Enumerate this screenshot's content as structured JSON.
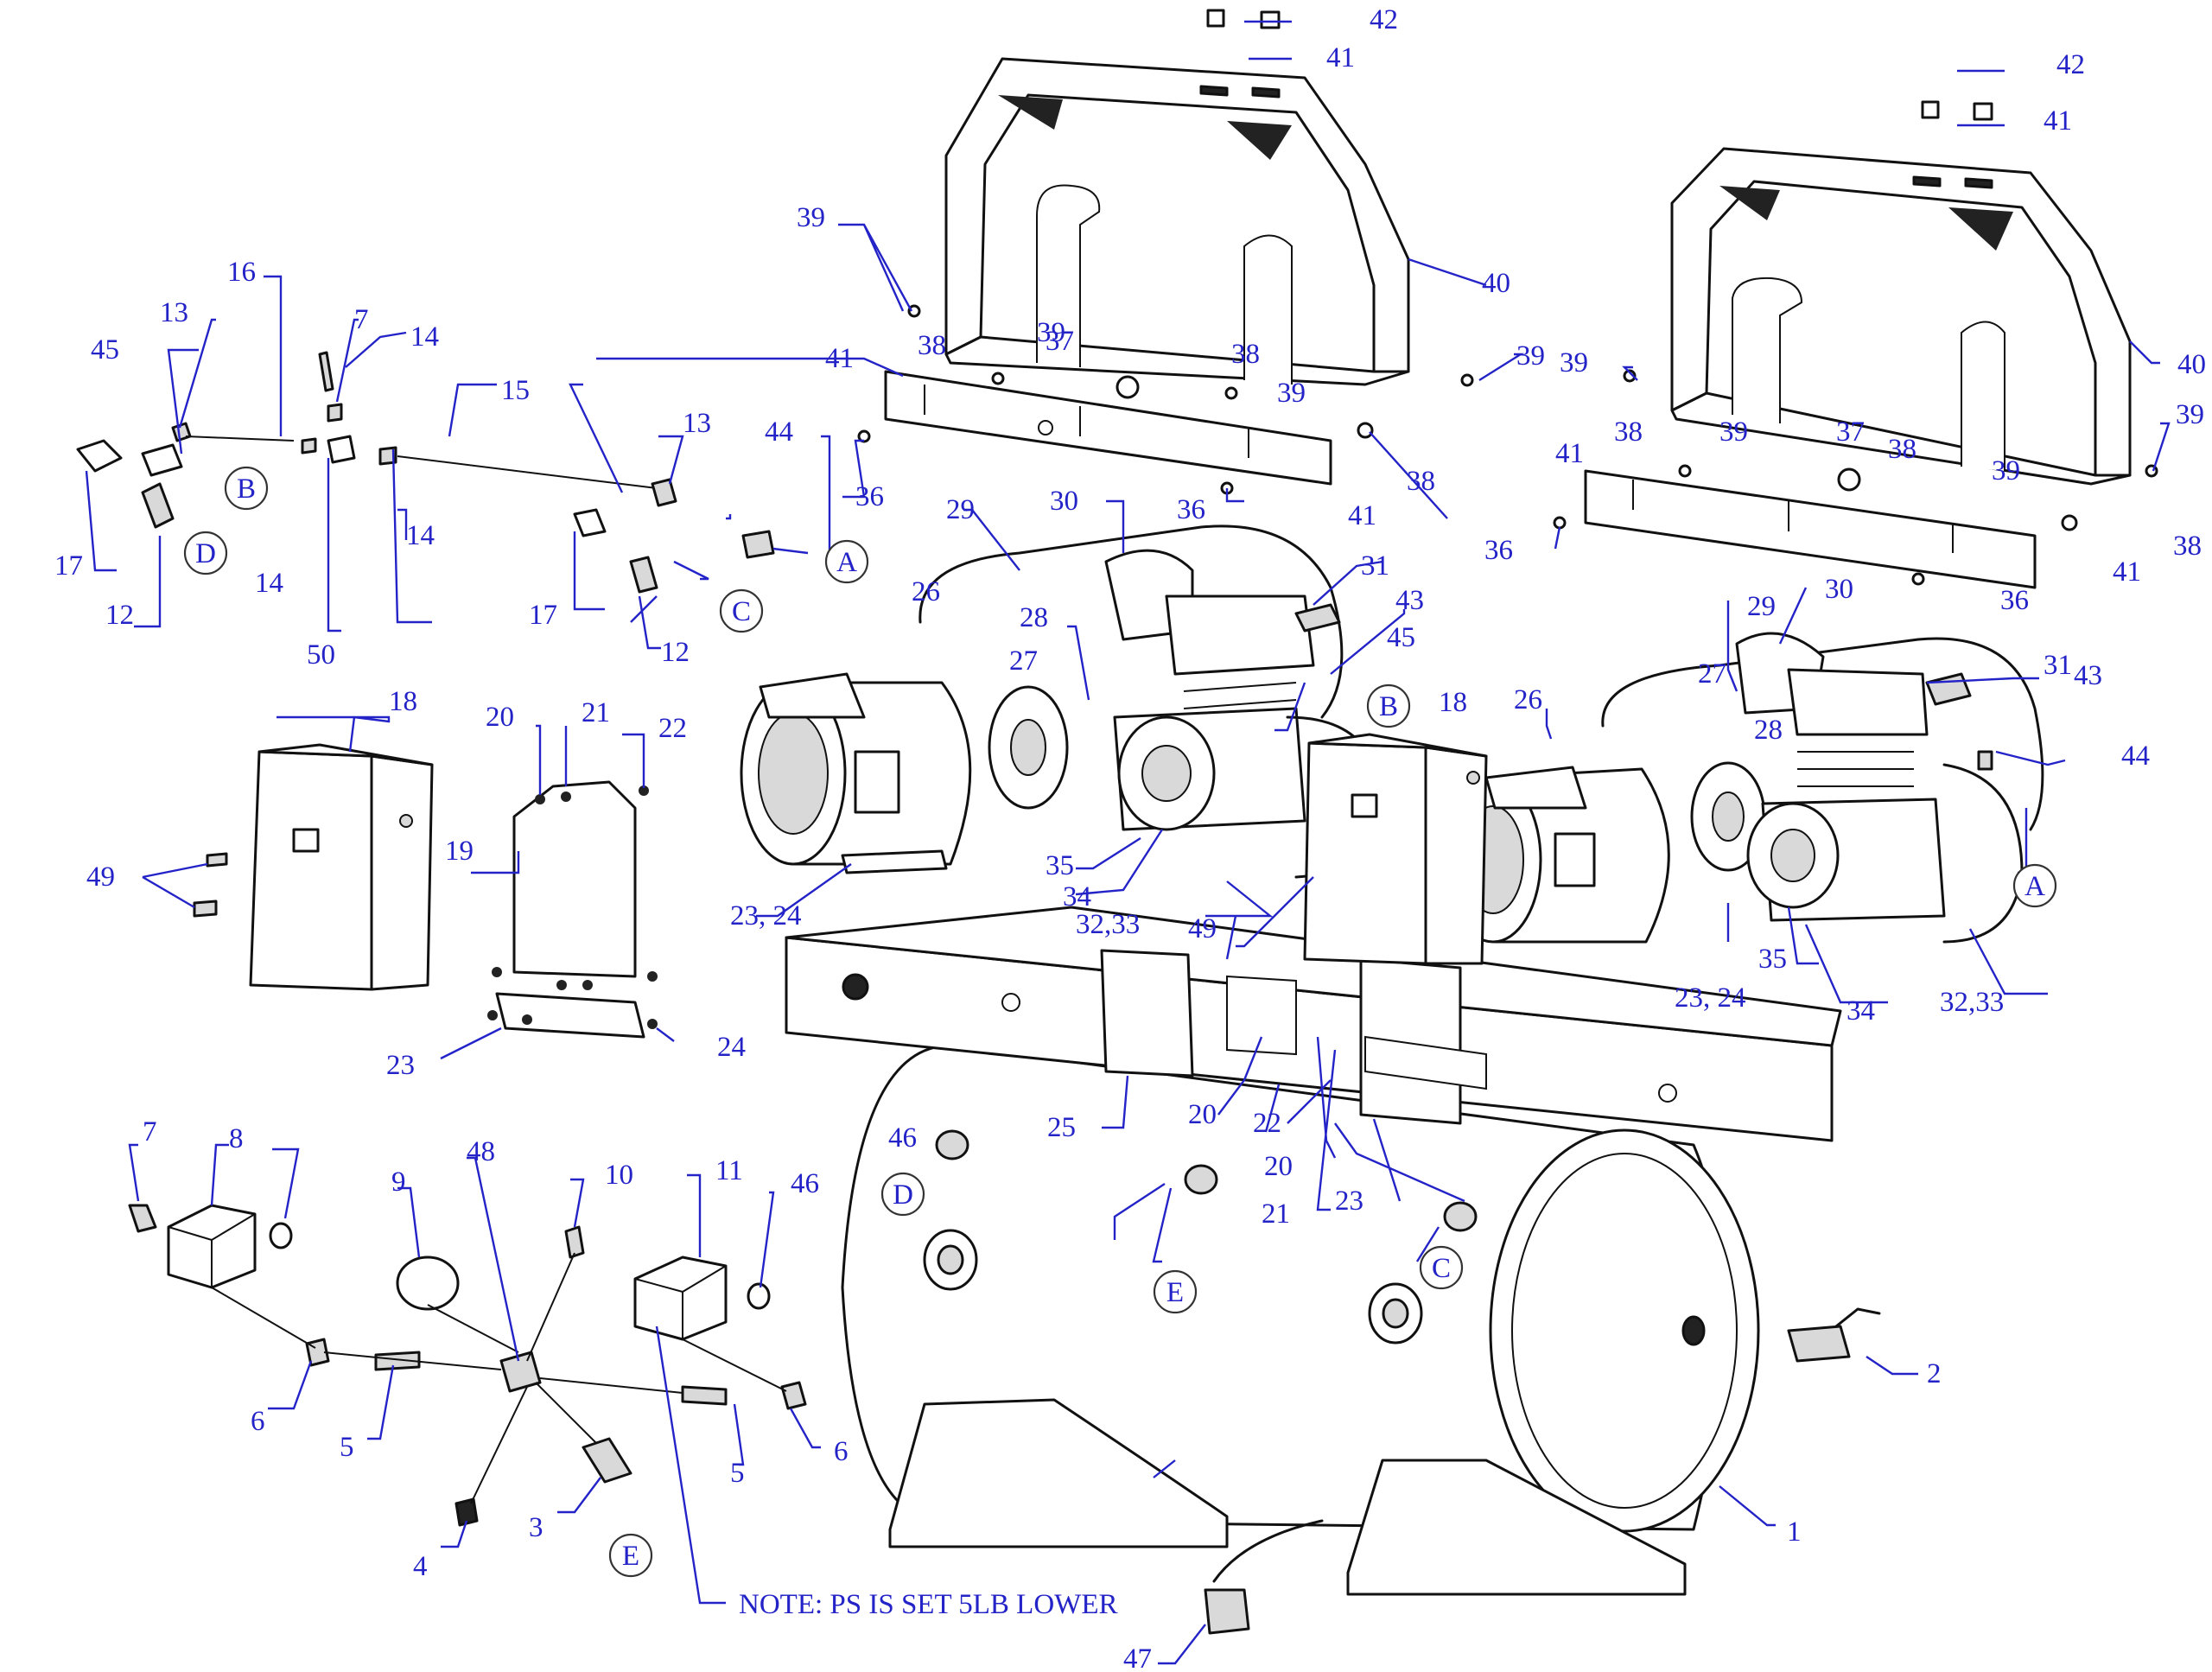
{
  "diagram": {
    "note": "NOTE: PS IS SET 5LB LOWER",
    "callouts": [
      "A",
      "B",
      "C",
      "D",
      "E"
    ],
    "part_labels": [
      "1",
      "2",
      "3",
      "4",
      "5",
      "6",
      "7",
      "8",
      "9",
      "10",
      "11",
      "12",
      "13",
      "14",
      "15",
      "16",
      "17",
      "18",
      "19",
      "20",
      "21",
      "22",
      "23",
      "23, 24",
      "24",
      "25",
      "26",
      "27",
      "28",
      "29",
      "30",
      "31",
      "32,33",
      "34",
      "35",
      "36",
      "37",
      "38",
      "39",
      "40",
      "41",
      "42",
      "43",
      "44",
      "45",
      "46",
      "47",
      "48",
      "49",
      "50"
    ]
  }
}
